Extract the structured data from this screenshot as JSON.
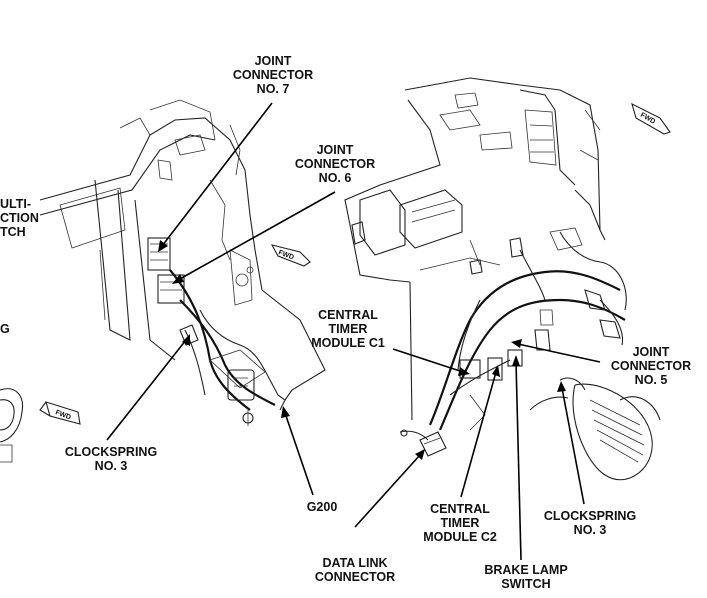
{
  "labels": {
    "joint_connector_7": "JOINT\nCONNECTOR\nNO. 7",
    "joint_connector_6": "JOINT\nCONNECTOR\nNO. 6",
    "multi_function_switch": "ULTI-\nCTION\nTCH",
    "left_cut": "G",
    "clockspring_left": "CLOCKSPRING\nNO. 3",
    "g200": "G200",
    "central_timer_c1": "CENTRAL\nTIMER\nMODULE C1",
    "joint_connector_5": "JOINT\nCONNECTOR\nNO. 5",
    "central_timer_c2": "CENTRAL\nTIMER\nMODULE C2",
    "clockspring_right": "CLOCKSPRING\nNO. 3",
    "data_link_connector": "DATA LINK\nCONNECTOR",
    "brake_lamp_switch": "BRAKE LAMP\nSWITCH"
  },
  "fwd_markers": {
    "fwd_text": "FWD"
  },
  "colors": {
    "line": "#222222",
    "text": "#111111",
    "background": "#ffffff"
  }
}
